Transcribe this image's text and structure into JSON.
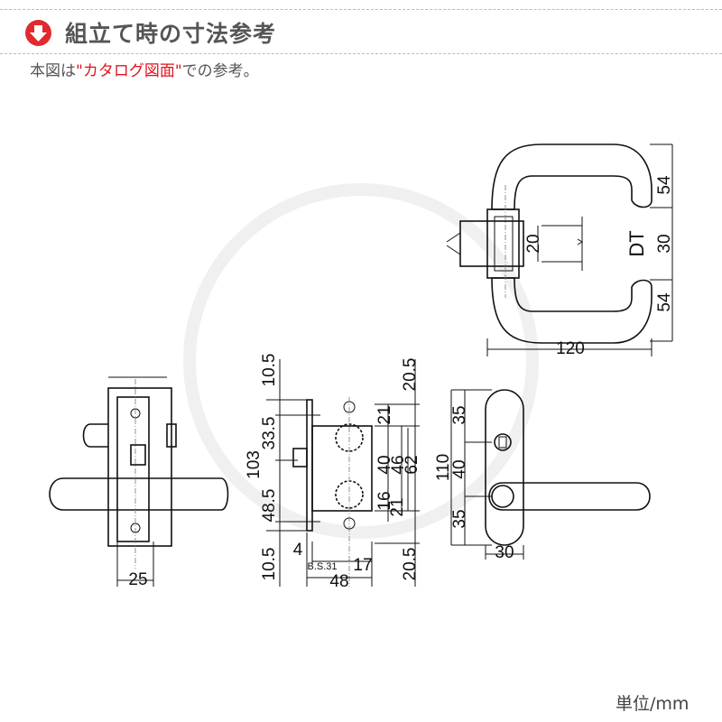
{
  "header": {
    "title": "組立て時の寸法参考",
    "icon": "down-arrow-circle-icon",
    "accent": "#e02a2f"
  },
  "subtitle": {
    "prefix": "本図は",
    "highlight": "\"カタログ図面\"",
    "suffix": "での参考。"
  },
  "unit": "単位/mm",
  "top_view": {
    "dims": [
      "54",
      "30",
      "54",
      "120",
      "DT",
      "20"
    ]
  },
  "side_view": {
    "dims": [
      "25"
    ]
  },
  "lock_view": {
    "left": [
      "10.5",
      "33.5",
      "103",
      "48.5",
      "10.5"
    ],
    "right": [
      "20.5",
      "21",
      "40",
      "46",
      "62",
      "16",
      "21",
      "20.5"
    ],
    "bottom": [
      "4",
      "B.S.31",
      "17",
      "48"
    ]
  },
  "rose_view": {
    "dims": [
      "35",
      "110",
      "40",
      "35",
      "30"
    ]
  }
}
